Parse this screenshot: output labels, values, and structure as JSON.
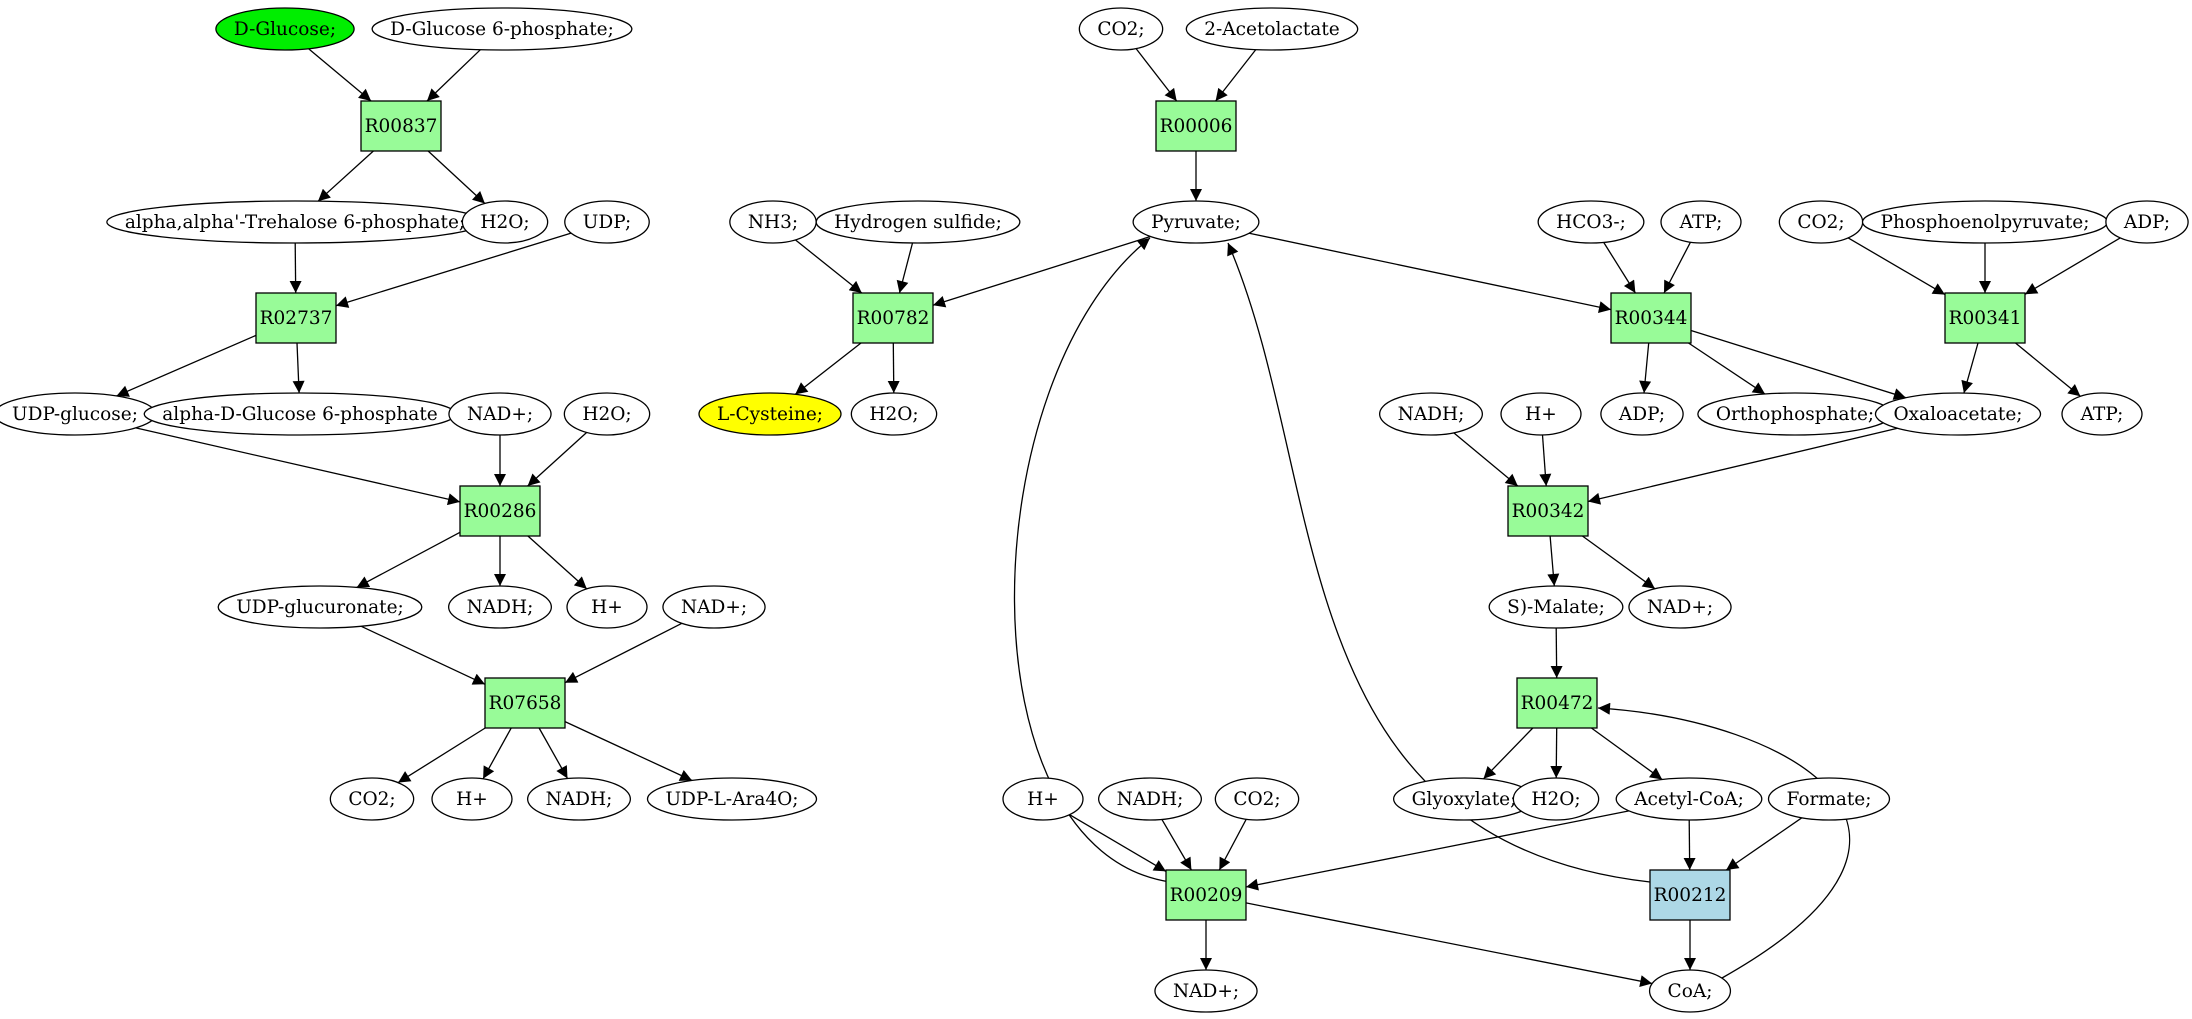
{
  "colors": {
    "reaction": "#98fb98",
    "reaction_alt": "#add8e6",
    "start_metabolite": "#00ee00",
    "target_metabolite": "#ffff00",
    "metabolite": "#ffffff"
  },
  "reactions": [
    {
      "id": "R00837",
      "label": "R00837",
      "style": "reaction"
    },
    {
      "id": "R02737",
      "label": "R02737",
      "style": "reaction"
    },
    {
      "id": "R00286",
      "label": "R00286",
      "style": "reaction"
    },
    {
      "id": "R07658",
      "label": "R07658",
      "style": "reaction"
    },
    {
      "id": "R00006",
      "label": "R00006",
      "style": "reaction"
    },
    {
      "id": "R00782",
      "label": "R00782",
      "style": "reaction"
    },
    {
      "id": "R00344",
      "label": "R00344",
      "style": "reaction"
    },
    {
      "id": "R00341",
      "label": "R00341",
      "style": "reaction"
    },
    {
      "id": "R00342",
      "label": "R00342",
      "style": "reaction"
    },
    {
      "id": "R00472",
      "label": "R00472",
      "style": "reaction"
    },
    {
      "id": "R00209",
      "label": "R00209",
      "style": "reaction"
    },
    {
      "id": "R00212",
      "label": "R00212",
      "style": "reaction_alt"
    }
  ],
  "metabolites": [
    {
      "id": "m_dglucose",
      "label": "D-Glucose;",
      "style": "start_metabolite"
    },
    {
      "id": "m_dg6p",
      "label": "D-Glucose 6-phosphate;",
      "style": "metabolite"
    },
    {
      "id": "m_trehalose6p",
      "label": "alpha,alpha'-Trehalose 6-phosphate;",
      "style": "metabolite"
    },
    {
      "id": "m_h2o_1",
      "label": "H2O;",
      "style": "metabolite"
    },
    {
      "id": "m_udp",
      "label": "UDP;",
      "style": "metabolite"
    },
    {
      "id": "m_udpglucose",
      "label": "UDP-glucose;",
      "style": "metabolite"
    },
    {
      "id": "m_adg6p",
      "label": "alpha-D-Glucose 6-phosphate",
      "style": "metabolite"
    },
    {
      "id": "m_nadp_1",
      "label": "NAD+;",
      "style": "metabolite"
    },
    {
      "id": "m_h2o_2",
      "label": "H2O;",
      "style": "metabolite"
    },
    {
      "id": "m_udpglucuronate",
      "label": "UDP-glucuronate;",
      "style": "metabolite"
    },
    {
      "id": "m_nadh_1",
      "label": "NADH;",
      "style": "metabolite"
    },
    {
      "id": "m_hp_1",
      "label": "H+",
      "style": "metabolite"
    },
    {
      "id": "m_nadp_2",
      "label": "NAD+;",
      "style": "metabolite"
    },
    {
      "id": "m_co2_1",
      "label": "CO2;",
      "style": "metabolite"
    },
    {
      "id": "m_hp_2",
      "label": "H+",
      "style": "metabolite"
    },
    {
      "id": "m_nadh_2",
      "label": "NADH;",
      "style": "metabolite"
    },
    {
      "id": "m_udplara4o",
      "label": "UDP-L-Ara4O;",
      "style": "metabolite"
    },
    {
      "id": "m_co2_2",
      "label": "CO2;",
      "style": "metabolite"
    },
    {
      "id": "m_acetolactate",
      "label": "2-Acetolactate",
      "style": "metabolite"
    },
    {
      "id": "m_pyruvate",
      "label": "Pyruvate;",
      "style": "metabolite"
    },
    {
      "id": "m_nh3",
      "label": "NH3;",
      "style": "metabolite"
    },
    {
      "id": "m_h2s",
      "label": "Hydrogen sulfide;",
      "style": "metabolite"
    },
    {
      "id": "m_lcysteine",
      "label": "L-Cysteine;",
      "style": "target_metabolite"
    },
    {
      "id": "m_h2o_3",
      "label": "H2O;",
      "style": "metabolite"
    },
    {
      "id": "m_hco3",
      "label": "HCO3-;",
      "style": "metabolite"
    },
    {
      "id": "m_atp_1",
      "label": "ATP;",
      "style": "metabolite"
    },
    {
      "id": "m_adp_1",
      "label": "ADP;",
      "style": "metabolite"
    },
    {
      "id": "m_orthophosphate",
      "label": "Orthophosphate;",
      "style": "metabolite"
    },
    {
      "id": "m_co2_3",
      "label": "CO2;",
      "style": "metabolite"
    },
    {
      "id": "m_pep",
      "label": "Phosphoenolpyruvate;",
      "style": "metabolite"
    },
    {
      "id": "m_adp_2",
      "label": "ADP;",
      "style": "metabolite"
    },
    {
      "id": "m_oxaloacetate",
      "label": "Oxaloacetate;",
      "style": "metabolite"
    },
    {
      "id": "m_atp_2",
      "label": "ATP;",
      "style": "metabolite"
    },
    {
      "id": "m_nadh_3",
      "label": "NADH;",
      "style": "metabolite"
    },
    {
      "id": "m_hp_3",
      "label": "H+",
      "style": "metabolite"
    },
    {
      "id": "m_smalate",
      "label": "S)-Malate;",
      "style": "metabolite"
    },
    {
      "id": "m_nadp_3",
      "label": "NAD+;",
      "style": "metabolite"
    },
    {
      "id": "m_glyoxylate",
      "label": "Glyoxylate;",
      "style": "metabolite"
    },
    {
      "id": "m_h2o_4",
      "label": "H2O;",
      "style": "metabolite"
    },
    {
      "id": "m_acetylcoa",
      "label": "Acetyl-CoA;",
      "style": "metabolite"
    },
    {
      "id": "m_formate",
      "label": "Formate;",
      "style": "metabolite"
    },
    {
      "id": "m_hp_4",
      "label": "H+",
      "style": "metabolite"
    },
    {
      "id": "m_nadh_4",
      "label": "NADH;",
      "style": "metabolite"
    },
    {
      "id": "m_co2_4",
      "label": "CO2;",
      "style": "metabolite"
    },
    {
      "id": "m_nadp_4",
      "label": "NAD+;",
      "style": "metabolite"
    },
    {
      "id": "m_coa",
      "label": "CoA;",
      "style": "metabolite"
    }
  ],
  "edges": [
    {
      "from": "m_dglucose",
      "to": "R00837"
    },
    {
      "from": "m_dg6p",
      "to": "R00837"
    },
    {
      "from": "R00837",
      "to": "m_trehalose6p"
    },
    {
      "from": "R00837",
      "to": "m_h2o_1"
    },
    {
      "from": "m_trehalose6p",
      "to": "R02737"
    },
    {
      "from": "m_udp",
      "to": "R02737"
    },
    {
      "from": "R02737",
      "to": "m_udpglucose"
    },
    {
      "from": "R02737",
      "to": "m_adg6p"
    },
    {
      "from": "m_udpglucose",
      "to": "R00286"
    },
    {
      "from": "m_nadp_1",
      "to": "R00286"
    },
    {
      "from": "m_h2o_2",
      "to": "R00286"
    },
    {
      "from": "R00286",
      "to": "m_udpglucuronate"
    },
    {
      "from": "R00286",
      "to": "m_nadh_1"
    },
    {
      "from": "R00286",
      "to": "m_hp_1"
    },
    {
      "from": "m_udpglucuronate",
      "to": "R07658"
    },
    {
      "from": "m_nadp_2",
      "to": "R07658"
    },
    {
      "from": "R07658",
      "to": "m_co2_1"
    },
    {
      "from": "R07658",
      "to": "m_hp_2"
    },
    {
      "from": "R07658",
      "to": "m_nadh_2"
    },
    {
      "from": "R07658",
      "to": "m_udplara4o"
    },
    {
      "from": "m_co2_2",
      "to": "R00006"
    },
    {
      "from": "m_acetolactate",
      "to": "R00006"
    },
    {
      "from": "R00006",
      "to": "m_pyruvate"
    },
    {
      "from": "m_pyruvate",
      "to": "R00782"
    },
    {
      "from": "m_nh3",
      "to": "R00782"
    },
    {
      "from": "m_h2s",
      "to": "R00782"
    },
    {
      "from": "R00782",
      "to": "m_lcysteine"
    },
    {
      "from": "R00782",
      "to": "m_h2o_3"
    },
    {
      "from": "m_pyruvate",
      "to": "R00344"
    },
    {
      "from": "m_hco3",
      "to": "R00344"
    },
    {
      "from": "m_atp_1",
      "to": "R00344"
    },
    {
      "from": "R00344",
      "to": "m_adp_1"
    },
    {
      "from": "R00344",
      "to": "m_orthophosphate"
    },
    {
      "from": "R00344",
      "to": "m_oxaloacetate"
    },
    {
      "from": "m_co2_3",
      "to": "R00341"
    },
    {
      "from": "m_pep",
      "to": "R00341"
    },
    {
      "from": "m_adp_2",
      "to": "R00341"
    },
    {
      "from": "R00341",
      "to": "m_oxaloacetate"
    },
    {
      "from": "R00341",
      "to": "m_atp_2"
    },
    {
      "from": "m_nadh_3",
      "to": "R00342"
    },
    {
      "from": "m_hp_3",
      "to": "R00342"
    },
    {
      "from": "m_oxaloacetate",
      "to": "R00342"
    },
    {
      "from": "R00342",
      "to": "m_smalate"
    },
    {
      "from": "R00342",
      "to": "m_nadp_3"
    },
    {
      "from": "m_smalate",
      "to": "R00472"
    },
    {
      "from": "R00472",
      "to": "m_glyoxylate"
    },
    {
      "from": "R00472",
      "to": "m_h2o_4"
    },
    {
      "from": "R00472",
      "to": "m_acetylcoa"
    },
    {
      "from": "m_hp_4",
      "to": "R00209"
    },
    {
      "from": "m_nadh_4",
      "to": "R00209"
    },
    {
      "from": "m_co2_4",
      "to": "R00209"
    },
    {
      "from": "m_acetylcoa",
      "to": "R00209"
    },
    {
      "from": "R00209",
      "to": "m_nadp_4"
    },
    {
      "from": "R00209",
      "to": "m_coa"
    },
    {
      "from": "R00209",
      "to": "m_pyruvate"
    },
    {
      "from": "m_acetylcoa",
      "to": "R00212"
    },
    {
      "from": "m_formate",
      "to": "R00212"
    },
    {
      "from": "R00212",
      "to": "m_coa"
    },
    {
      "from": "R00212",
      "to": "m_pyruvate"
    },
    {
      "from": "m_coa",
      "to": "R00472"
    }
  ]
}
